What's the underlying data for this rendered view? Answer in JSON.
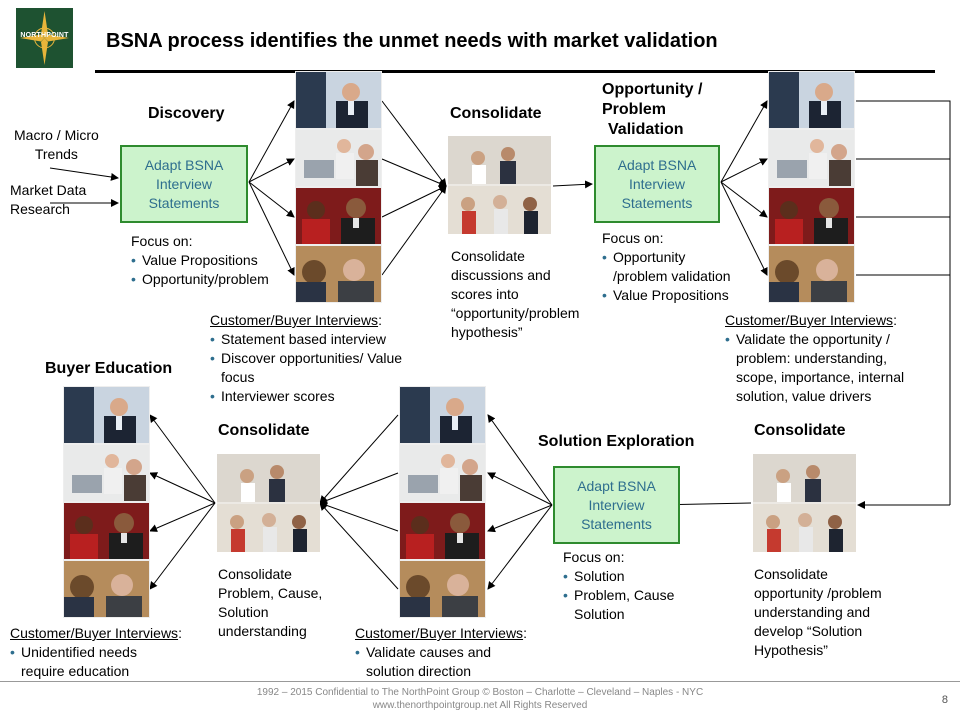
{
  "brand": {
    "logo_text": "NORTHPOINT"
  },
  "title": "BSNA process identifies the unmet needs with market validation",
  "inputs": {
    "macro_line1": "Macro / Micro",
    "macro_line2": "Trends",
    "market_line1": "Market Data",
    "market_line2": "Research"
  },
  "discovery": {
    "heading": "Discovery",
    "box_lines": [
      "Adapt BSNA",
      "Interview",
      "Statements"
    ],
    "focus_label": "Focus on:",
    "focus_items": [
      "Value Propositions",
      "Opportunity/problem"
    ],
    "interviews_label": "Customer/Buyer Interviews",
    "interviews_colon": ":",
    "interview_items": [
      "Statement based interview",
      "Discover opportunities/ Value",
      "focus",
      "Interviewer scores"
    ]
  },
  "consolidate1": {
    "heading": "Consolidate",
    "desc_lines": [
      "Consolidate",
      "discussions and",
      "scores into",
      "“opportunity/problem",
      "hypothesis”"
    ]
  },
  "validation": {
    "heading_lines": [
      "Opportunity /",
      "Problem",
      "Validation"
    ],
    "box_lines": [
      "Adapt BSNA",
      "Interview",
      "Statements"
    ],
    "focus_label": "Focus on:",
    "focus_items": [
      "Opportunity",
      "/problem validation",
      "Value Propositions"
    ],
    "interviews_label": "Customer/Buyer Interviews",
    "interviews_colon": ":",
    "interview_lines": [
      "Validate the opportunity /",
      "problem: understanding,",
      "scope, importance, internal",
      "solution, value drivers"
    ]
  },
  "consolidate2": {
    "heading": "Consolidate",
    "desc_lines": [
      "Consolidate",
      "opportunity /problem",
      "understanding and",
      "develop “Solution",
      "Hypothesis”"
    ]
  },
  "solution": {
    "heading": "Solution Exploration",
    "box_lines": [
      "Adapt BSNA",
      "Interview",
      "Statements"
    ],
    "focus_label": "Focus on:",
    "focus_items": [
      "Solution",
      "Problem, Cause",
      "Solution"
    ],
    "interviews_label": "Customer/Buyer Interviews",
    "interviews_colon": ":",
    "interview_lines": [
      "Validate causes and",
      "solution direction"
    ]
  },
  "consolidate3": {
    "heading": "Consolidate",
    "desc_lines": [
      "Consolidate",
      "Problem, Cause,",
      "Solution",
      "understanding"
    ]
  },
  "education": {
    "heading": "Buyer Education",
    "interviews_label": "Customer/Buyer Interviews",
    "interviews_colon": ":",
    "interview_lines": [
      "Unidentified needs",
      "require education"
    ]
  },
  "footer": {
    "line1": "1992 – 2015 Confidential to The NorthPoint Group ©  Boston – Charlotte – Cleveland – Naples - NYC",
    "line2": "www.thenorthpointgroup.net  All Rights Reserved",
    "page": "8"
  },
  "colors": {
    "box_fill": "#ccf3cc",
    "box_border": "#2e8b2e",
    "box_text": "#2e6e8e",
    "logo_bg": "#1e5231"
  },
  "photos": [
    "businessman-at-desk",
    "two-colleagues-at-laptop",
    "smiling-colleagues-meeting",
    "older-man-interview"
  ],
  "meeting_photo": "group-meeting-collage"
}
